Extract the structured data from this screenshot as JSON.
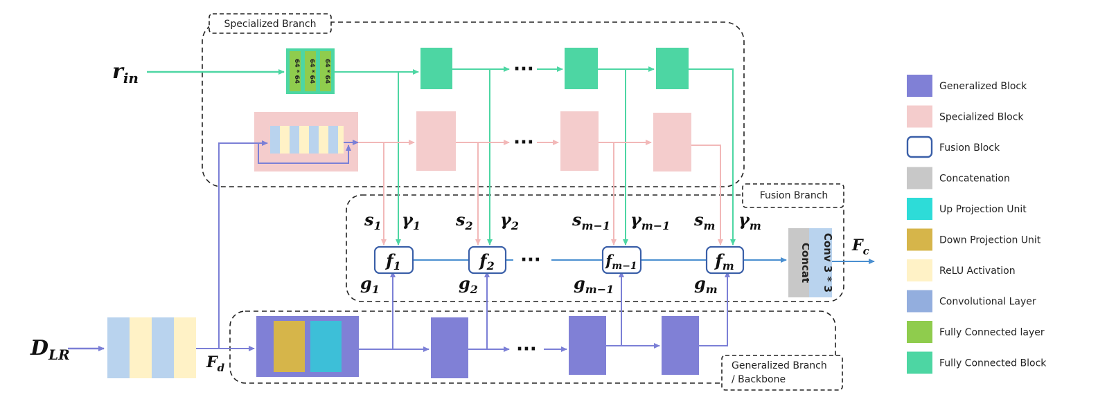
{
  "branches": {
    "specialized": "Specialized Branch",
    "fusion": "Fusion Branch",
    "generalized_line1": "Generalized Branch",
    "generalized_line2": "/ Backbone"
  },
  "inputs": {
    "r_main": "r",
    "r_sub": "in",
    "d_main": "D",
    "d_sub": "LR"
  },
  "features": {
    "fd_main": "F",
    "fd_sub": "d",
    "fc_main": "F",
    "fc_sub": "c"
  },
  "fc_layer_text": "64 * 64",
  "ellipsis": "···",
  "s_labels": [
    {
      "main": "s",
      "sub": "1"
    },
    {
      "main": "s",
      "sub": "2"
    },
    {
      "main": "s",
      "sub": "m−1"
    },
    {
      "main": "s",
      "sub": "m"
    }
  ],
  "gamma_labels": [
    {
      "main": "γ",
      "sub": "1"
    },
    {
      "main": "γ",
      "sub": "2"
    },
    {
      "main": "γ",
      "sub": "m−1"
    },
    {
      "main": "γ",
      "sub": "m"
    }
  ],
  "f_labels": [
    {
      "main": "f",
      "sub": "1"
    },
    {
      "main": "f",
      "sub": "2"
    },
    {
      "main": "f",
      "sub": "m−1"
    },
    {
      "main": "f",
      "sub": "m"
    }
  ],
  "g_labels": [
    {
      "main": "g",
      "sub": "1"
    },
    {
      "main": "g",
      "sub": "2"
    },
    {
      "main": "g",
      "sub": "m−1"
    },
    {
      "main": "g",
      "sub": "m"
    }
  ],
  "concat_label": "Concat",
  "conv_label": "Conv 3 * 3",
  "legend": [
    {
      "label": "Generalized Block",
      "color": "#8080d6",
      "icon": "generalized-block-swatch"
    },
    {
      "label": "Specialized Block",
      "color": "#f4cccc",
      "icon": "specialized-block-swatch"
    },
    {
      "label": "Fusion Block",
      "color": "#ffffff",
      "border": "#3a5fa8",
      "icon": "fusion-block-swatch"
    },
    {
      "label": "Concatenation",
      "color": "#c8c8c8",
      "icon": "concatenation-swatch"
    },
    {
      "label": "Up Projection Unit",
      "color": "#2ddcd8",
      "icon": "up-projection-swatch"
    },
    {
      "label": "Down Projection Unit",
      "color": "#d6b54a",
      "icon": "down-projection-swatch"
    },
    {
      "label": "ReLU Activation",
      "color": "#fff2c6",
      "icon": "relu-swatch"
    },
    {
      "label": "Convolutional Layer",
      "color": "#93aede",
      "icon": "conv-layer-swatch"
    },
    {
      "label": "Fully Connected layer",
      "color": "#8fcc4d",
      "icon": "fc-layer-swatch"
    },
    {
      "label": "Fully Connected Block",
      "color": "#4dd6a3",
      "icon": "fc-block-swatch"
    }
  ],
  "colors": {
    "green_arrow": "#4dd6a3",
    "purple_arrow": "#7b7fd6",
    "pink_arrow": "#f2b8b8",
    "blue_arrow": "#4a8fd0",
    "fusion_border": "#3a5fa8",
    "dashed_border": "#222222"
  }
}
